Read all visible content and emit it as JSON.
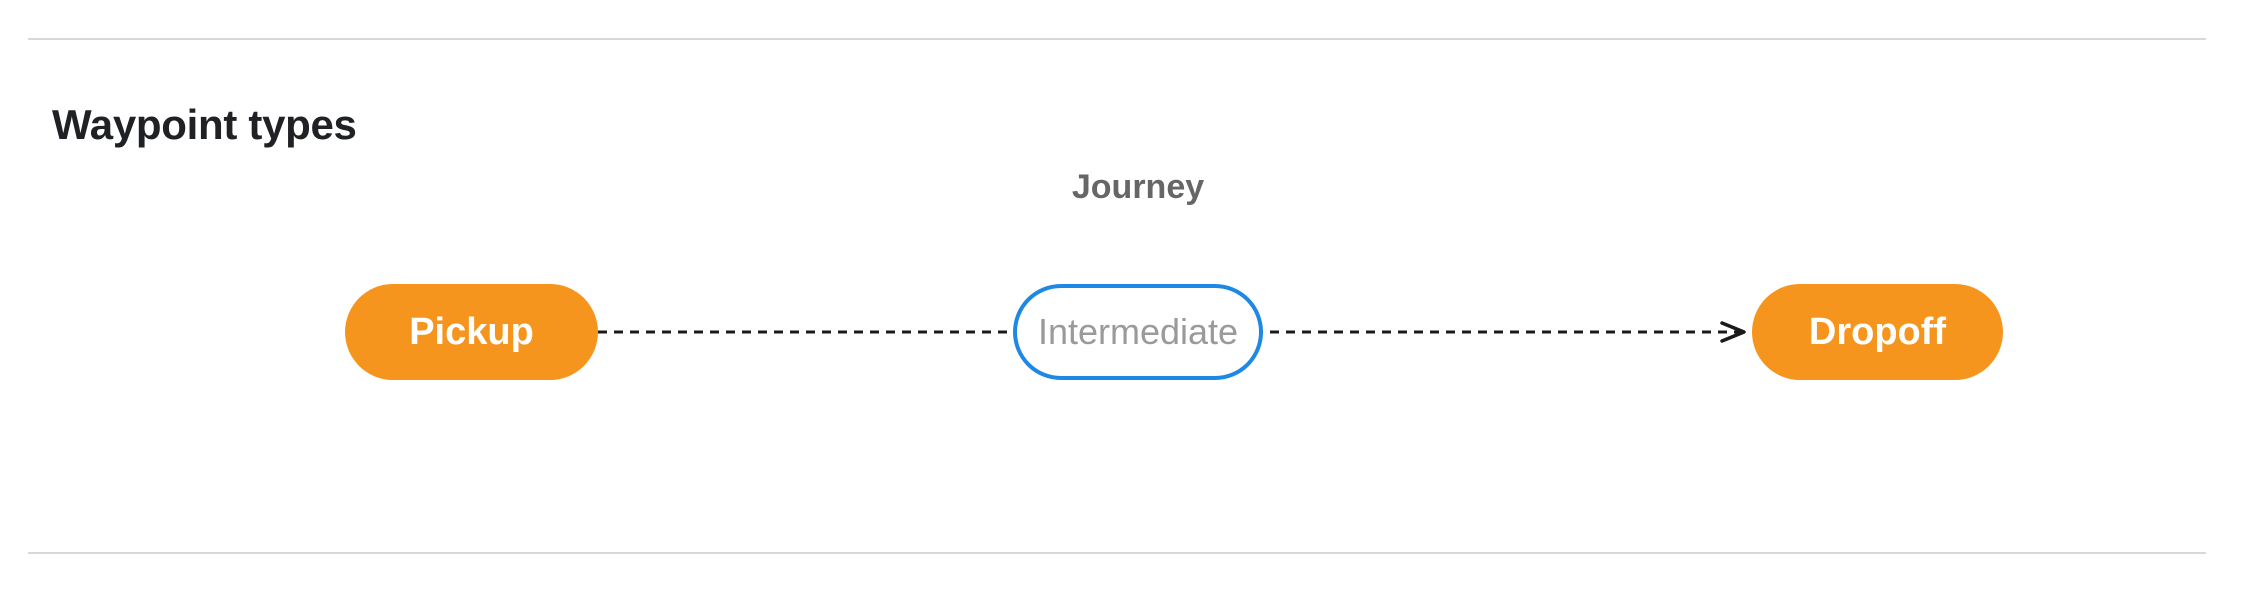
{
  "page": {
    "title": "Waypoint types"
  },
  "diagram": {
    "cluster_label": "Journey",
    "nodes": [
      {
        "label": "Pickup",
        "style": "filled-orange-pill"
      },
      {
        "label": "Intermediate",
        "style": "outlined-blue-pill"
      },
      {
        "label": "Dropoff",
        "style": "filled-orange-pill"
      }
    ],
    "edge": {
      "from": "Pickup",
      "via": "Intermediate",
      "to": "Dropoff",
      "line_style": "dashed",
      "arrowhead": "end"
    }
  },
  "colors": {
    "background": "#FFFFFF",
    "heading-text": "#202124",
    "cluster-label-gray": "#666666",
    "node-fill-orange": "#F6951D",
    "node-text-light": "#FFFFFF",
    "intermediate-border-blue": "#1E88E5",
    "intermediate-text-gray": "#9A9A9A",
    "edge-black": "#1A1A1A",
    "divider-gray": "#D8D8D8"
  }
}
